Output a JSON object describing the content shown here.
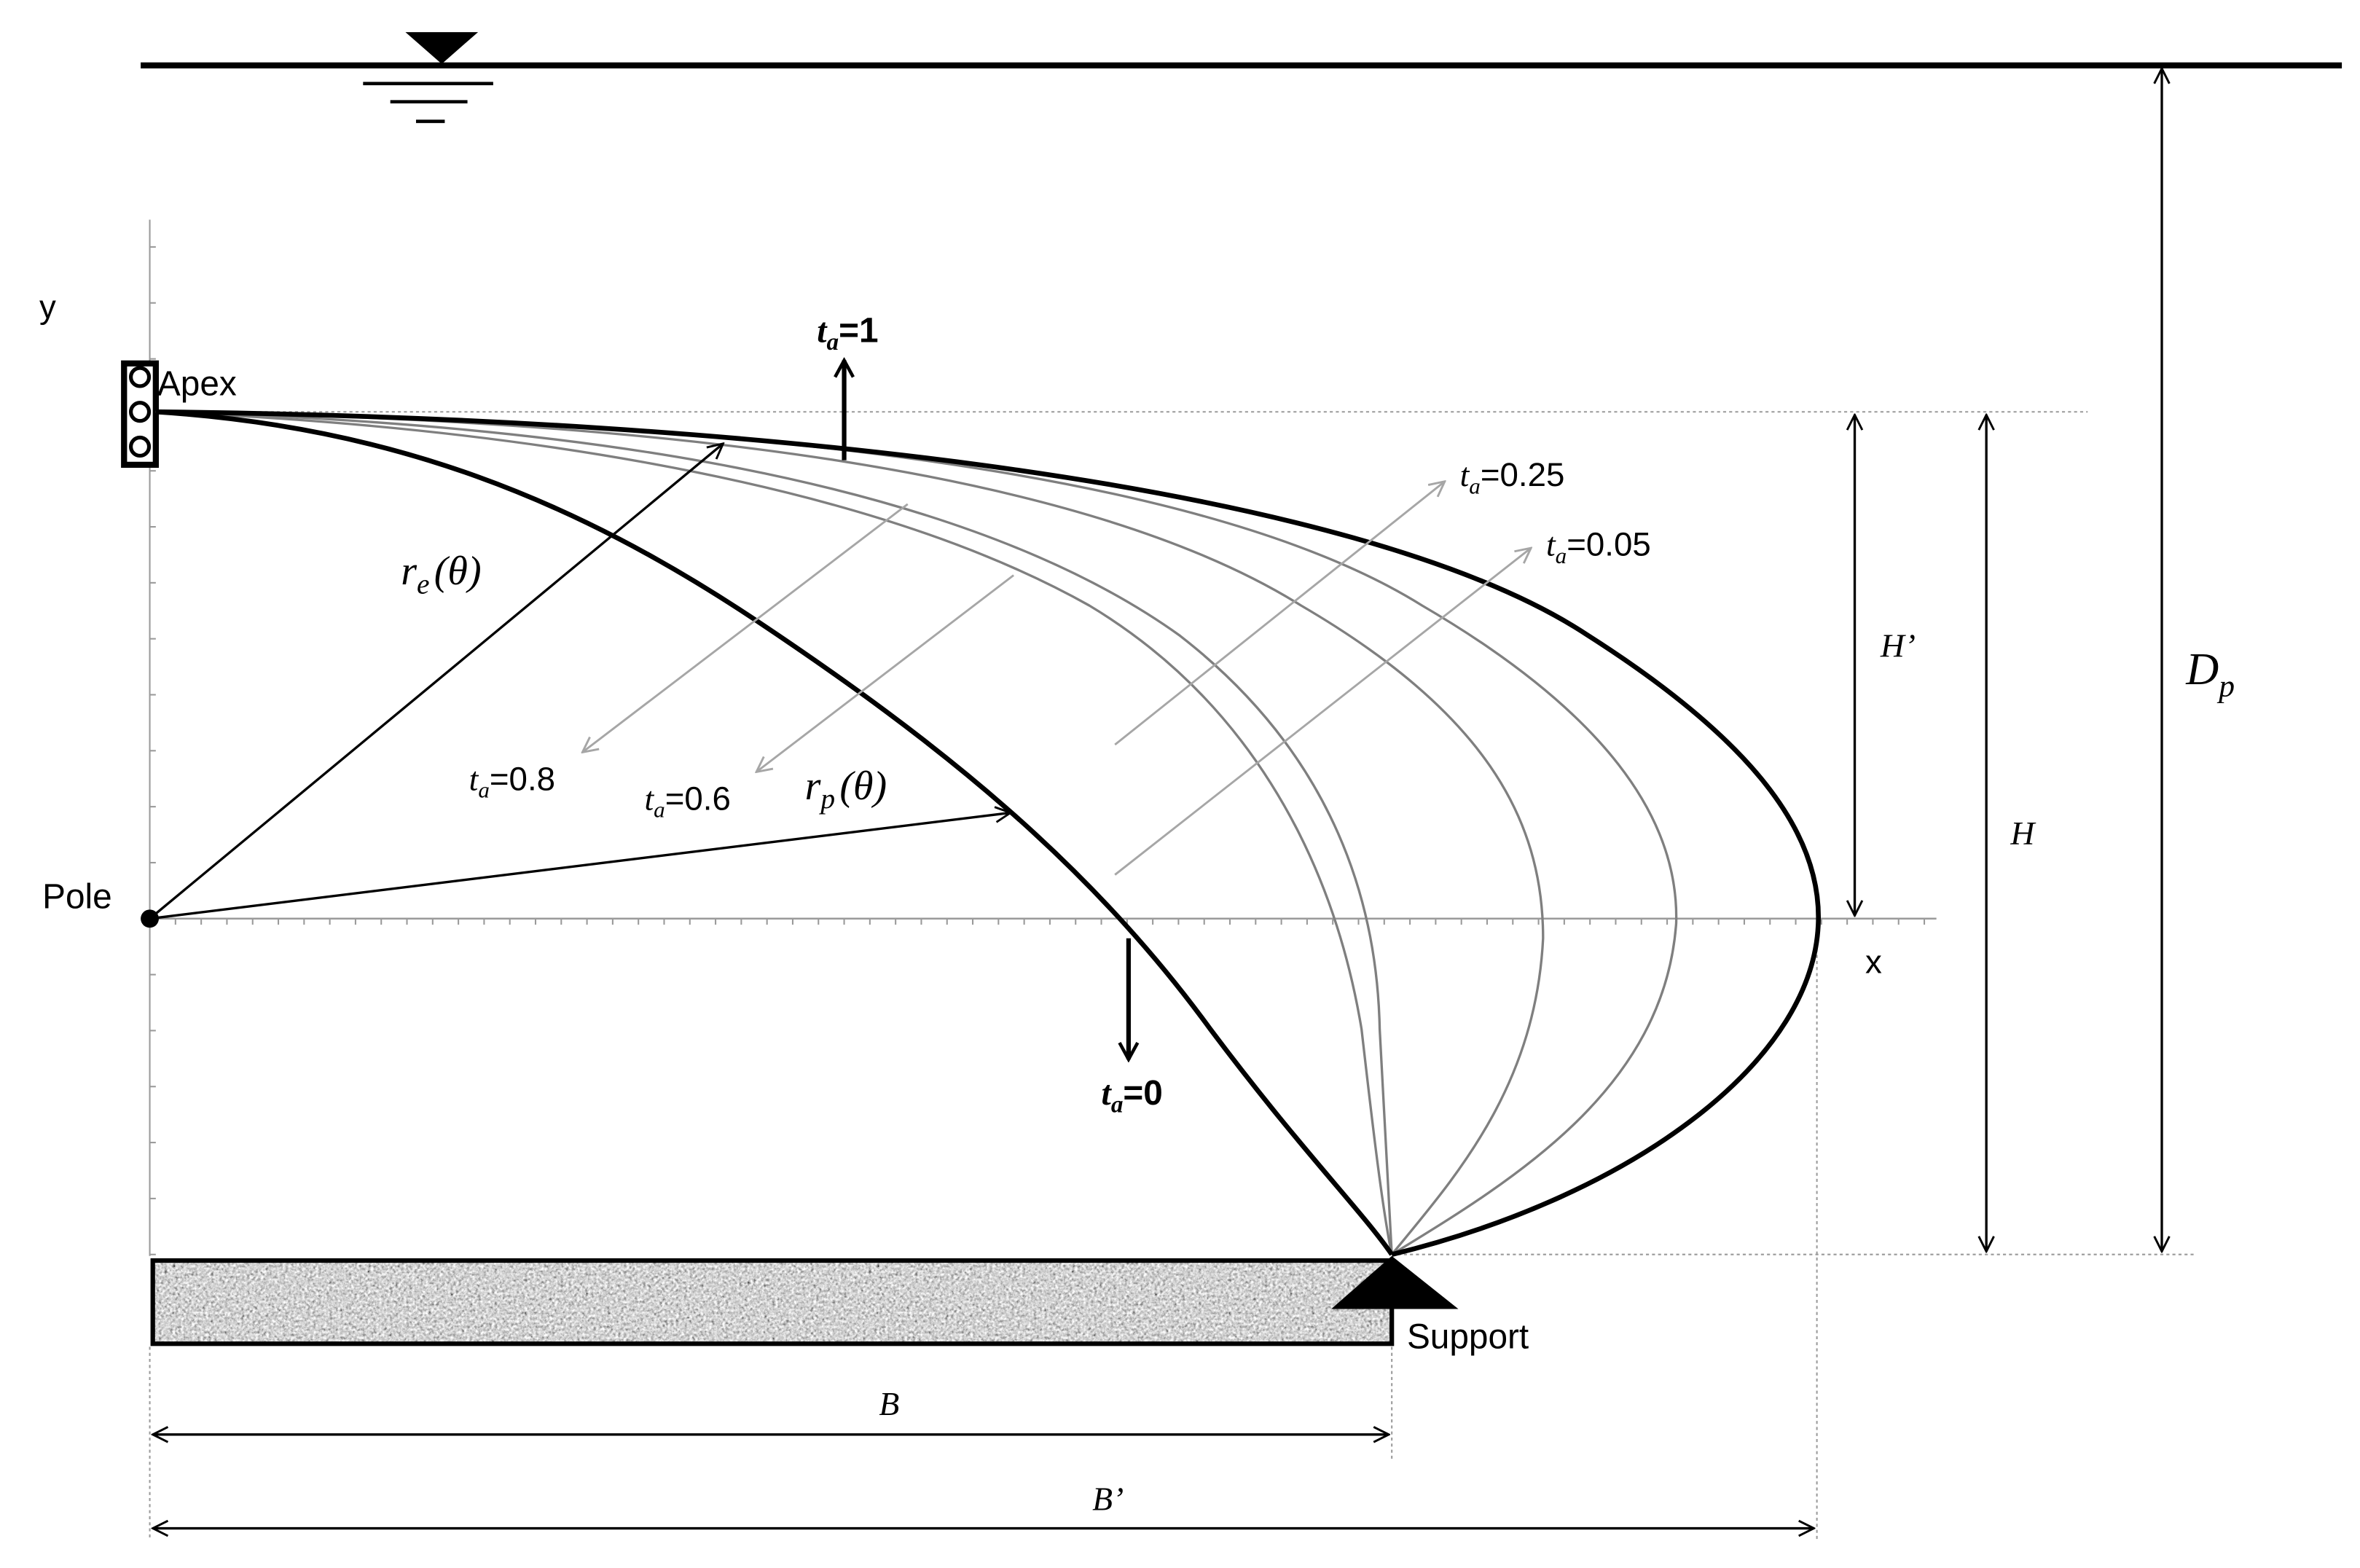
{
  "labels": {
    "axis_y": "y",
    "axis_x": "x",
    "apex": "Apex",
    "pole": "Pole",
    "support": "Support"
  },
  "math_labels": {
    "re": {
      "base": "r",
      "sub": "e",
      "arg": "(θ)"
    },
    "rp": {
      "base": "r",
      "sub": "p",
      "arg": "(θ)"
    },
    "Dp": {
      "base": "D",
      "sub": "p"
    },
    "H_prime": "H’",
    "H": "H",
    "B": "B",
    "B_prime": "B’"
  },
  "ta_labels": [
    {
      "id": "ta-1",
      "base": "t",
      "sub": "a",
      "value": "=1",
      "bold": true
    },
    {
      "id": "ta-0",
      "base": "t",
      "sub": "a",
      "value": "=0",
      "bold": true
    },
    {
      "id": "ta-025",
      "base": "t",
      "sub": "a",
      "value": "=0.25",
      "bold": false
    },
    {
      "id": "ta-005",
      "base": "t",
      "sub": "a",
      "value": "=0.05",
      "bold": false
    },
    {
      "id": "ta-08",
      "base": "t",
      "sub": "a",
      "value": "=0.8",
      "bold": false
    },
    {
      "id": "ta-06",
      "base": "t",
      "sub": "a",
      "value": "=0.6",
      "bold": false
    }
  ],
  "colors": {
    "ink": "#000000",
    "curve_gray": "#7f7f7f",
    "arrow_gray": "#a6a6a6",
    "guide_gray": "#9a9a9a",
    "support_fill": "#9e9e9e"
  }
}
